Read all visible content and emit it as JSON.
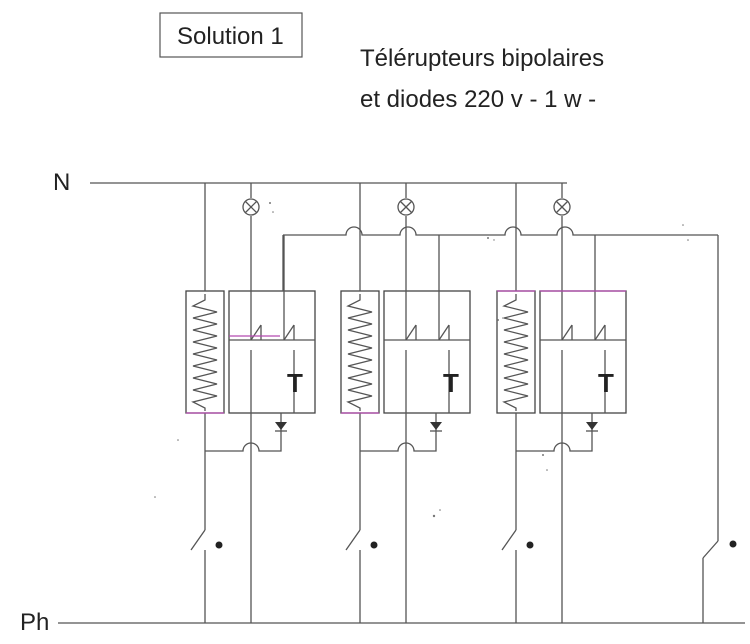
{
  "header": {
    "solution_label": "Solution 1",
    "title_line1": "Télérupteurs bipolaires",
    "title_line2": "et diodes 220 v - 1 w -"
  },
  "rails": {
    "neutral_label": "N",
    "phase_label": "Ph"
  },
  "relays": [
    {
      "label": "T"
    },
    {
      "label": "T"
    },
    {
      "label": "T"
    }
  ],
  "pushbuttons": 4,
  "lamps": 3
}
